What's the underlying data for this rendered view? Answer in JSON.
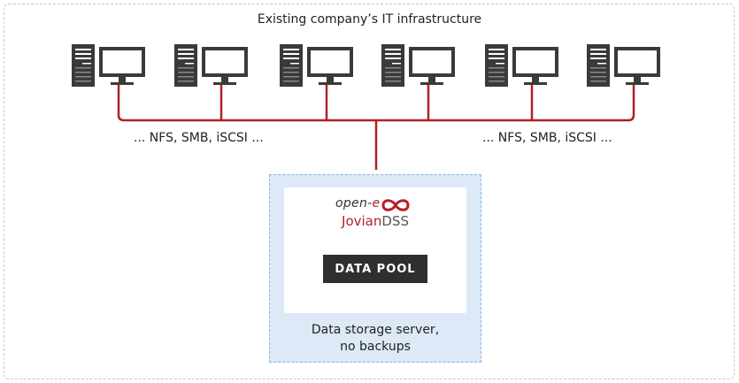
{
  "title": "Existing company’s IT infrastructure",
  "protocols_left": "... NFS, SMB, iSCSI ...",
  "protocols_right": "... NFS, SMB, iSCSI ...",
  "workstations": [
    {
      "icon": "workstation-icon"
    },
    {
      "icon": "workstation-icon"
    },
    {
      "icon": "workstation-icon"
    },
    {
      "icon": "workstation-icon"
    },
    {
      "icon": "workstation-icon"
    },
    {
      "icon": "workstation-icon"
    }
  ],
  "server": {
    "brand_prefix": "open-",
    "brand_prefix_accent": "e",
    "brand_name": "Jovian",
    "brand_suffix": "DSS",
    "data_pool_label": "DATA POOL",
    "caption_line1": "Data storage server,",
    "caption_line2": "no backups"
  },
  "colors": {
    "wire": "#b31f24",
    "server_bg": "#dde9f7",
    "server_border": "#8fb3de",
    "pool_bg": "#2f2f2f",
    "icon": "#3a3a3a"
  }
}
